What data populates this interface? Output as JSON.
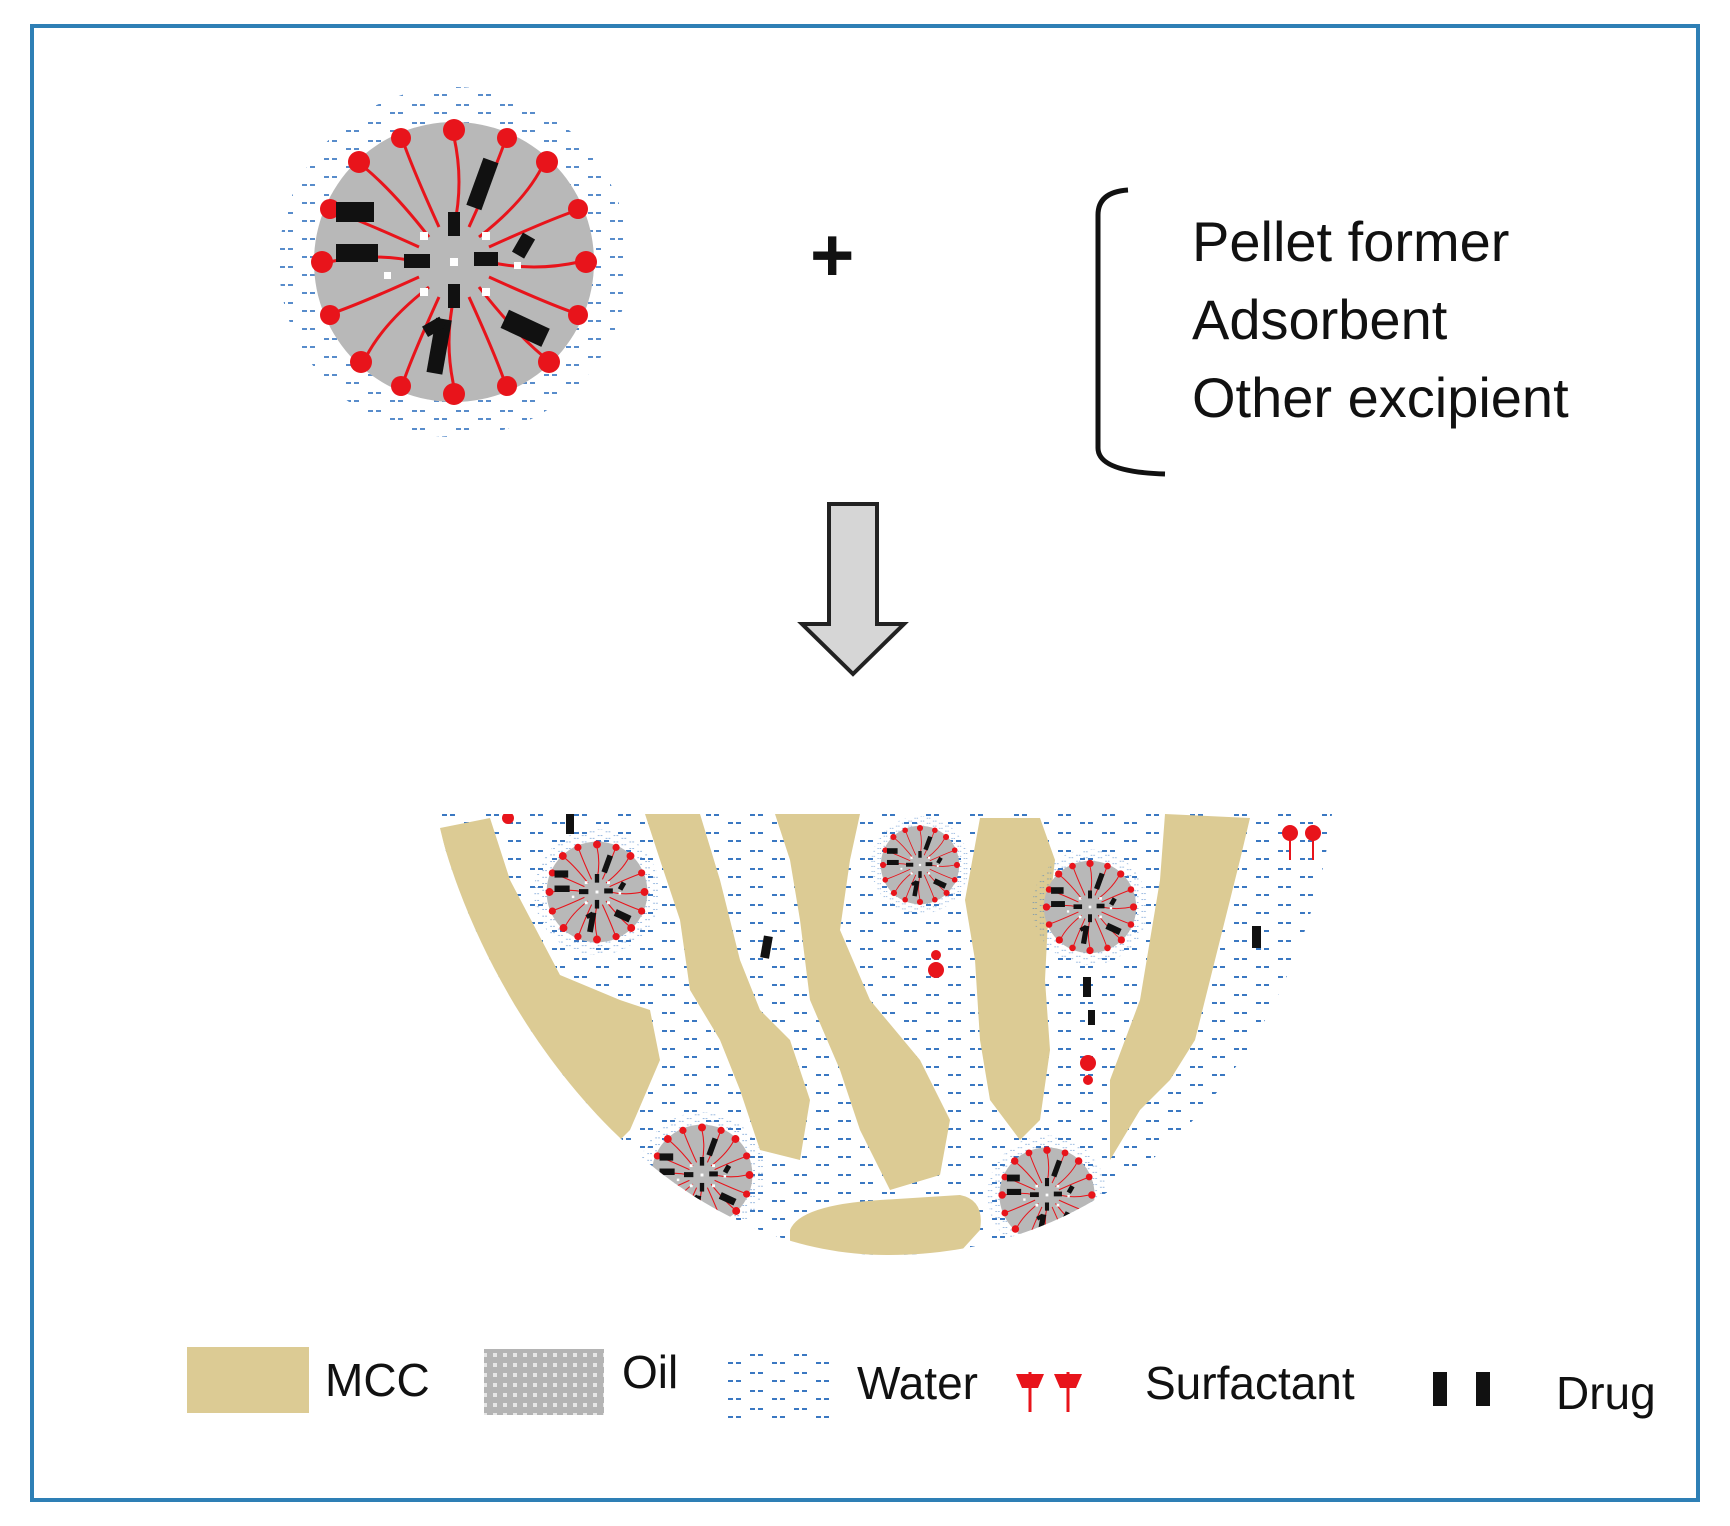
{
  "colors": {
    "frame": "#2e7fb5",
    "mcc": "#dccb94",
    "oil": "#b4b4b4",
    "water": "#3a78c2",
    "surfactant": "#e8141b",
    "drug": "#111111",
    "arrow_fill": "#d6d6d6"
  },
  "top": {
    "plus": "+",
    "excipients": [
      "Pellet former",
      "Adsorbent",
      "Other excipient"
    ]
  },
  "legend": {
    "mcc": "MCC",
    "oil": "Oil",
    "water": "Water",
    "surfactant": "Surfactant",
    "drug": "Drug"
  },
  "icons": [
    "emulsion-droplet-icon",
    "down-arrow-icon",
    "pellet-cross-section-icon"
  ]
}
